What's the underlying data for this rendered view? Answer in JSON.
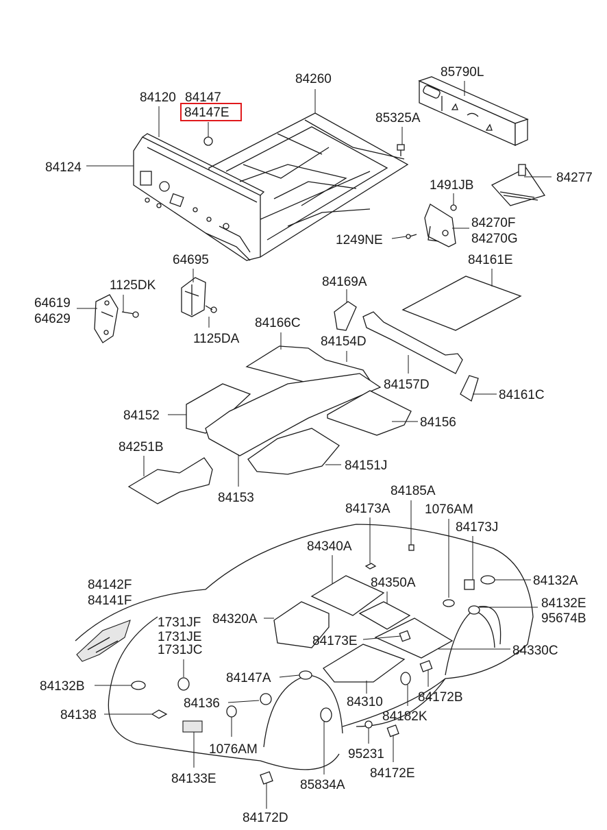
{
  "highlight_color": "#e0191c",
  "labels": {
    "p84260": "84260",
    "p85790L": "85790L",
    "p84120": "84120",
    "p84147": "84147",
    "p84147E": "84147E",
    "p85325A": "85325A",
    "p84124": "84124",
    "p84277": "84277",
    "p1491JB": "1491JB",
    "p84270F": "84270F",
    "p84270G": "84270G",
    "p1249NE": "1249NE",
    "p64695": "64695",
    "p84161E": "84161E",
    "p1125DK": "1125DK",
    "p84169A": "84169A",
    "p64619": "64619",
    "p64629": "64629",
    "p84166C": "84166C",
    "p1125DA": "1125DA",
    "p84154D": "84154D",
    "p84157D": "84157D",
    "p84161C": "84161C",
    "p84152": "84152",
    "p84156": "84156",
    "p84251B": "84251B",
    "p84151J": "84151J",
    "p84153": "84153",
    "p84185A": "84185A",
    "p84173A": "84173A",
    "p1076AM_top": "1076AM",
    "p84173J": "84173J",
    "p84340A": "84340A",
    "p84132A": "84132A",
    "p84142F": "84142F",
    "p84141F": "84141F",
    "p84350A": "84350A",
    "p84132E": "84132E",
    "p95674B": "95674B",
    "p1731JF": "1731JF",
    "p84320A": "84320A",
    "p1731JE": "1731JE",
    "p1731JC": "1731JC",
    "p84173E": "84173E",
    "p84330C": "84330C",
    "p84132B": "84132B",
    "p84147A": "84147A",
    "p84172B": "84172B",
    "p84310": "84310",
    "p84136": "84136",
    "p84138": "84138",
    "p84182K": "84182K",
    "p1076AM_bottom": "1076AM",
    "p95231": "95231",
    "p84172E": "84172E",
    "p84133E": "84133E",
    "p85834A": "85834A",
    "p84172D": "84172D"
  }
}
